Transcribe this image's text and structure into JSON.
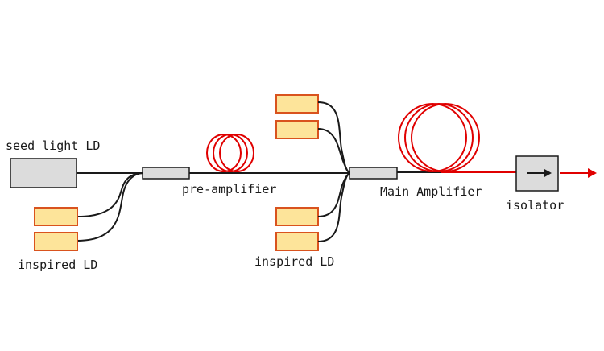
{
  "labels": {
    "seed_light_ld": "seed light LD",
    "inspired_ld_left": "inspired LD",
    "pre_amplifier": "pre-amplifier",
    "inspired_ld_middle": "inspired LD",
    "main_amplifier": "Main Amplifier",
    "isolator": "isolator"
  },
  "colors": {
    "fiber": "#1a1a1a",
    "coil": "#e00000",
    "ld_fill": "#fde49a",
    "ld_border": "#d9531e",
    "component_fill": "#dcdcdc"
  },
  "icons": {
    "isolator": "right-arrow-icon"
  }
}
